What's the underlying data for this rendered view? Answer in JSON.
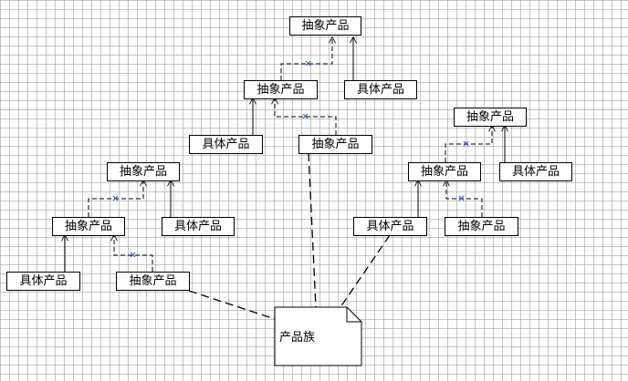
{
  "diagram": {
    "abstract_label": "抽象产品",
    "concrete_label": "具体产品",
    "product_family_label": "产品族"
  },
  "colors": {
    "line": "#000000",
    "xmark": "#3355cc",
    "grid": "#bbbbbb"
  }
}
